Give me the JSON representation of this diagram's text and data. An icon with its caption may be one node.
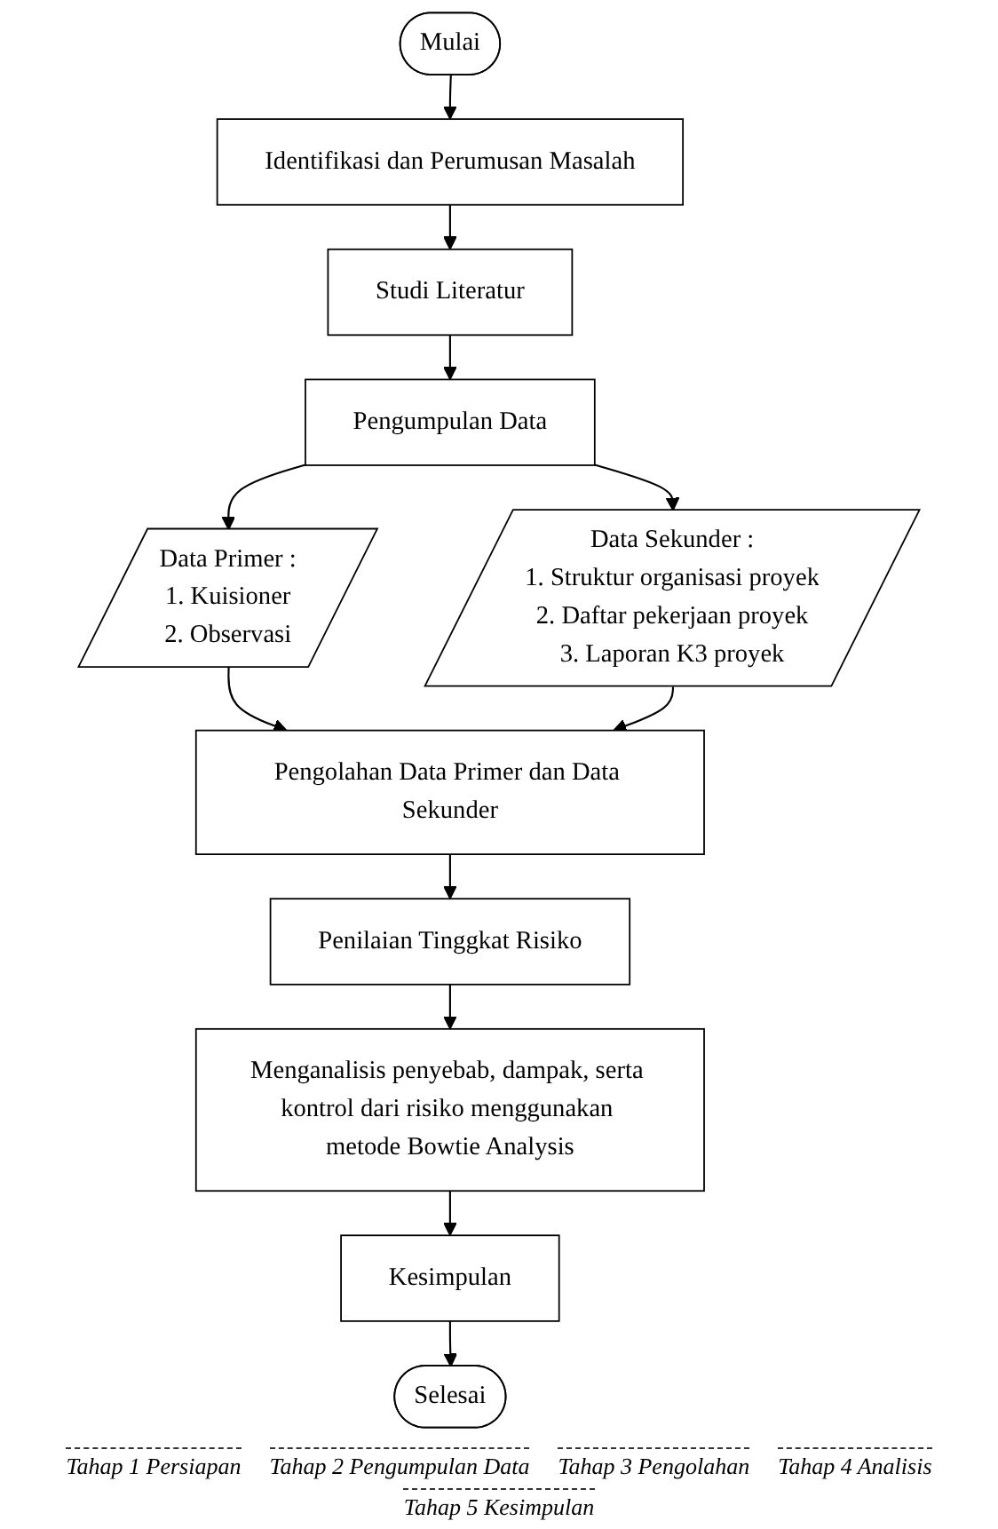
{
  "diagram": {
    "nodes": [
      {
        "text": [
          "Mulai"
        ]
      },
      {
        "text": [
          "Identifikasi dan Perumusan Masalah"
        ]
      },
      {
        "text": [
          "Studi Literatur"
        ]
      },
      {
        "text": [
          "Pengumpulan Data"
        ]
      },
      {
        "text": [
          "Data Primer :",
          "1. Kuisioner",
          "2. Observasi"
        ]
      },
      {
        "text": [
          "Data Sekunder :",
          "1. Struktur organisasi proyek",
          "2. Daftar pekerjaan proyek",
          "3. Laporan K3 proyek"
        ]
      },
      {
        "text": [
          "Pengolahan Data Primer dan Data Sekunder"
        ]
      },
      {
        "text": [
          "Penilaian Tinggkat Risiko"
        ]
      },
      {
        "text": [
          "Menganalisis penyebab, dampak, serta kontrol dari risiko menggunakan metode Bowtie Analysis"
        ]
      },
      {
        "text": [
          "Kesimpulan"
        ]
      },
      {
        "text": [
          "Selesai"
        ]
      }
    ],
    "edges": [
      {
        "from": 0,
        "to": 1,
        "arrow": "to"
      },
      {
        "from": 1,
        "to": 2,
        "arrow": "to"
      },
      {
        "from": 2,
        "to": 3,
        "arrow": "to"
      },
      {
        "from": 3,
        "to": 4,
        "arrow": "to"
      },
      {
        "from": 3,
        "to": 5,
        "arrow": "to"
      },
      {
        "from": 4,
        "to": 6,
        "arrow": "to"
      },
      {
        "from": 5,
        "to": 6,
        "arrow": "to"
      },
      {
        "from": 6,
        "to": 7,
        "arrow": "to"
      },
      {
        "from": 7,
        "to": 8,
        "arrow": "to"
      },
      {
        "from": 8,
        "to": 9,
        "arrow": "to"
      },
      {
        "from": 9,
        "to": 10,
        "arrow": "to"
      }
    ],
    "labels": [
      "Tahap 1 Persiapan",
      "Tahap 2 Pengumpulan Data",
      "Tahap 3 Pengolahan",
      "Tahap 4 Analisis",
      "Tahap 5 Kesimpulan"
    ]
  }
}
